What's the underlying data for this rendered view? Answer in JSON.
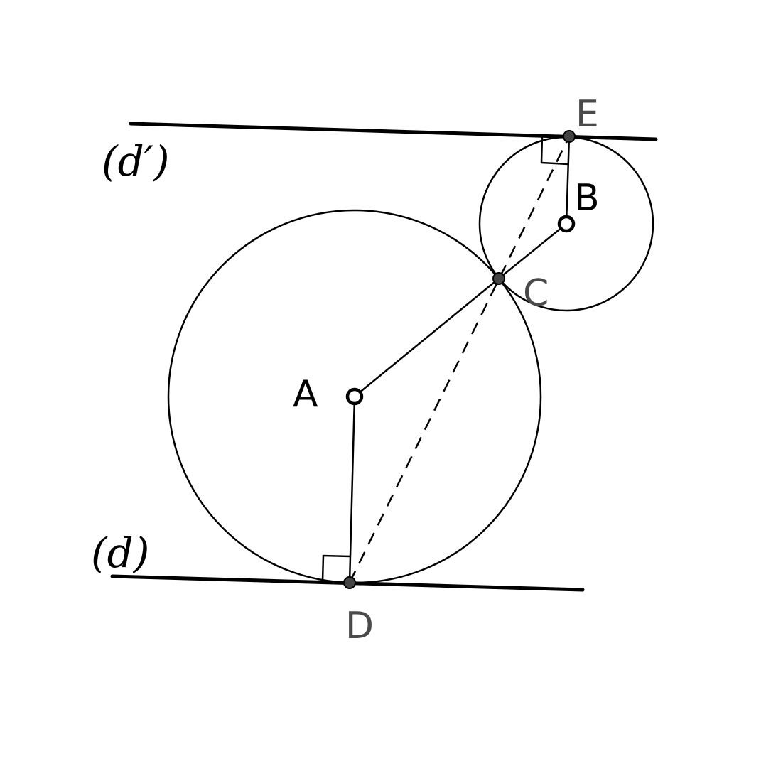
{
  "diagram": {
    "points": {
      "A": "A",
      "B": "B",
      "C": "C",
      "D": "D",
      "E": "E"
    },
    "lines": {
      "d": "(d)",
      "d_prime": "(d′)"
    },
    "colors": {
      "stroke": "#000000",
      "point_fill": "#444444",
      "label_dark": "#000000",
      "label_gray": "#4a4a4a"
    }
  }
}
